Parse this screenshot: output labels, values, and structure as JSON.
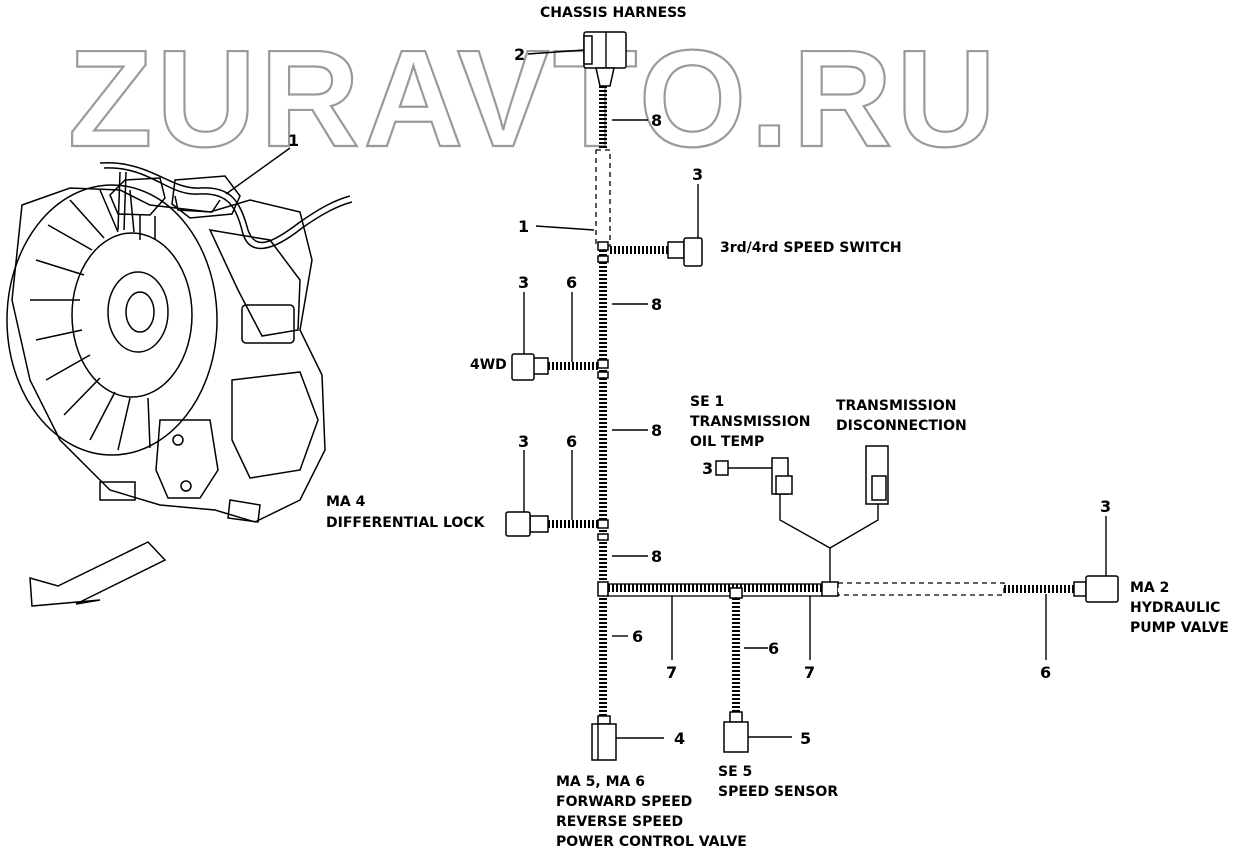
{
  "watermark": "ZURAVTO.RU",
  "labels": {
    "chassis_harness": "CHASSIS HARNESS",
    "speed_switch": "3rd/4rd SPEED SWITCH",
    "fourwd": "4WD",
    "se1_line1": "SE 1",
    "se1_line2": "TRANSMISSION",
    "se1_line3": "OIL TEMP",
    "disc_line1": "TRANSMISSION",
    "disc_line2": "DISCONNECTION",
    "ma4_line1": "MA 4",
    "ma4_line2": "DIFFERENTIAL LOCK",
    "ma2_line1": "MA 2",
    "ma2_line2": "HYDRAULIC",
    "ma2_line3": "PUMP VALVE",
    "ma56_line1": "MA 5, MA 6",
    "ma56_line2": "FORWARD SPEED",
    "ma56_line3": "REVERSE SPEED",
    "ma56_line4": "POWER CONTROL VALVE",
    "se5_line1": "SE 5",
    "se5_line2": "SPEED SENSOR"
  },
  "callouts": {
    "c1_trans": "1",
    "c2_chassis": "2",
    "c8_a": "8",
    "c3_switch": "3",
    "c1_harness": "1",
    "c3_4wd": "3",
    "c6_4wd": "6",
    "c8_b": "8",
    "c8_c": "8",
    "c3_ma4": "3",
    "c6_ma4": "6",
    "c8_d": "8",
    "c3_se1": "3",
    "c3_ma2": "3",
    "c6_vert": "6",
    "c7_left": "7",
    "c6_se5": "6",
    "c7_right": "7",
    "c6_right": "6",
    "c4_ma56": "4",
    "c5_se5": "5"
  }
}
